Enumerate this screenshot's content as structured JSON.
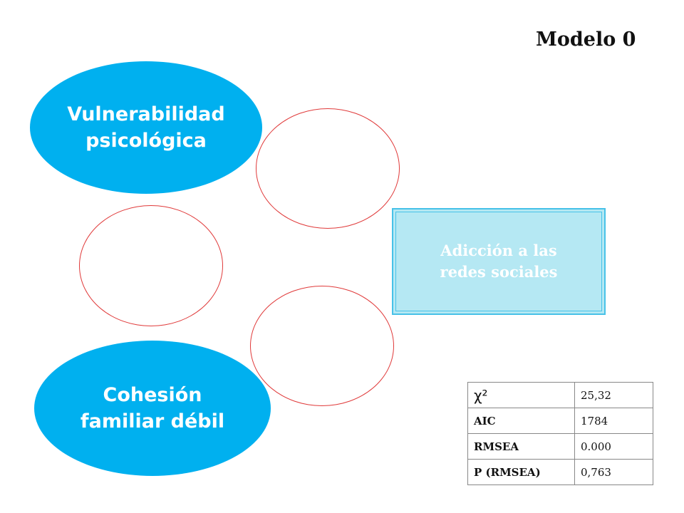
{
  "title": "Modelo 0",
  "nodes": {
    "vulnerabilidad": {
      "line1": "Vulnerabilidad",
      "line2": "psicológica"
    },
    "cohesion": {
      "line1": "Cohesión",
      "line2": "familiar débil"
    },
    "outcome": {
      "line1": "Adicción a las",
      "line2": "redes sociales"
    }
  },
  "fit_table": [
    {
      "label": "χ²",
      "value": "25,32"
    },
    {
      "label": "AIC",
      "value": "1784"
    },
    {
      "label": "RMSEA",
      "value": "0.000"
    },
    {
      "label": "P (RMSEA)",
      "value": "0,763"
    }
  ],
  "colors": {
    "node_fill": "#00b0ef",
    "outcome_fill": "#b5e8f3",
    "outcome_border": "#48c2e8",
    "circle_stroke": "#e03a3a"
  }
}
